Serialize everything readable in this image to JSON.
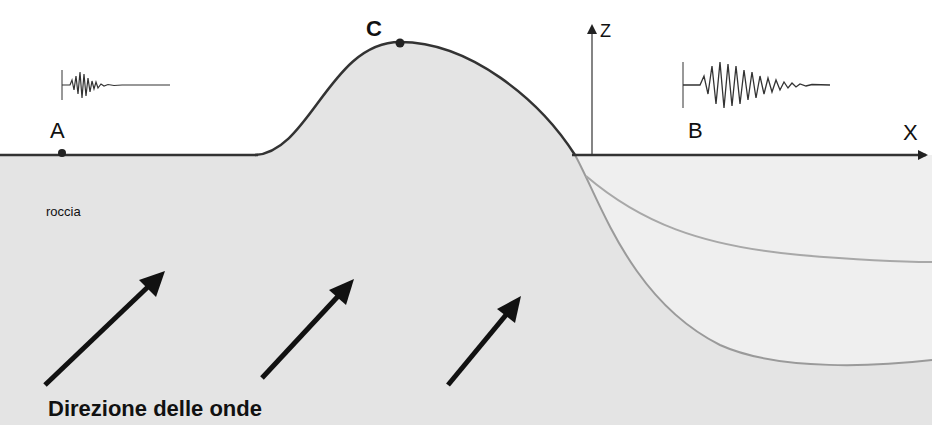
{
  "diagram": {
    "labels": [
      "C",
      "Z",
      "A",
      "B",
      "X",
      "roccia",
      "Direzione delle onde"
    ]
  }
}
